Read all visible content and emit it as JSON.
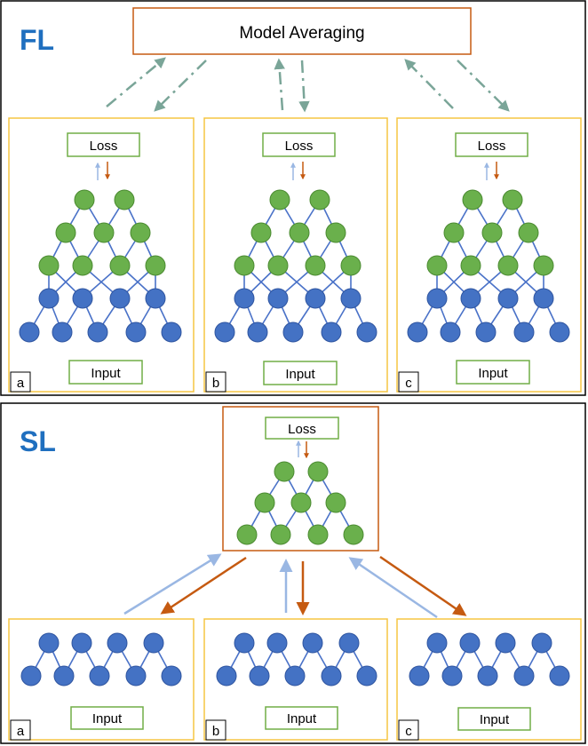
{
  "fl": {
    "title": "FL",
    "aggregator_label": "Model Averaging",
    "clients": [
      {
        "id": "a",
        "loss_label": "Loss",
        "input_label": "Input"
      },
      {
        "id": "b",
        "loss_label": "Loss",
        "input_label": "Input"
      },
      {
        "id": "c",
        "loss_label": "Loss",
        "input_label": "Input"
      }
    ]
  },
  "sl": {
    "title": "SL",
    "server_loss_label": "Loss",
    "clients": [
      {
        "id": "a",
        "input_label": "Input"
      },
      {
        "id": "b",
        "input_label": "Input"
      },
      {
        "id": "c",
        "input_label": "Input"
      }
    ]
  },
  "colors": {
    "title_blue": "#1f6fbf",
    "green_node": "#6ab04c",
    "green_stroke": "#4a8a30",
    "blue_node": "#4472c4",
    "blue_stroke": "#2f55a0",
    "edge": "#4a72c8",
    "yellow_border": "#f5c542",
    "orange_border": "#c55a11",
    "label_border": "#70ad47",
    "teal_arrow": "#7aa598",
    "light_blue_arrow": "#9ab7e3",
    "orange_arrow": "#c55a11"
  }
}
